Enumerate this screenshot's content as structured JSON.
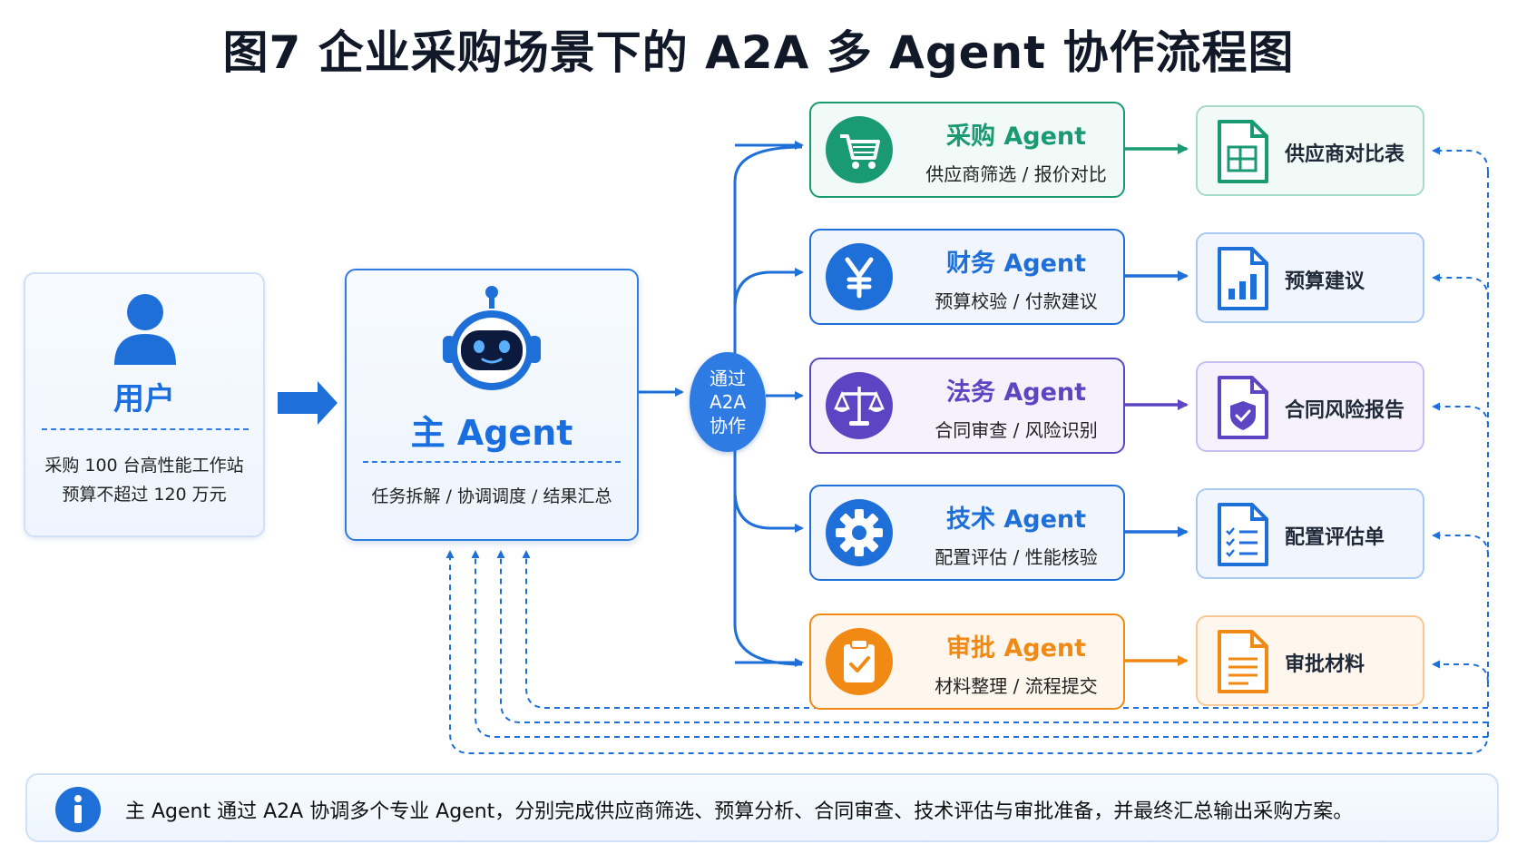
{
  "title": "图7 企业采购场景下的 A2A 多 Agent 协作流程图",
  "user": {
    "title": "用户",
    "line1": "采购 100 台高性能工作站",
    "line2": "预算不超过 120 万元"
  },
  "main_agent": {
    "title": "主 Agent",
    "subtitle": "任务拆解 / 协调调度 / 结果汇总"
  },
  "a2a": {
    "line1": "通过",
    "line2": "A2A",
    "line3": "协作"
  },
  "agents": [
    {
      "name": "采购 Agent",
      "desc": "供应商筛选 / 报价对比",
      "color": "#1a9a73",
      "bg": "#f1faf6",
      "icon": "shopping-cart-icon",
      "output": "供应商对比表"
    },
    {
      "name": "财务 Agent",
      "desc": "预算校验 / 付款建议",
      "color": "#1f6fd8",
      "bg": "#f1f6fe",
      "icon": "yen-icon",
      "output": "预算建议"
    },
    {
      "name": "法务 Agent",
      "desc": "合同审查 / 风险识别",
      "color": "#5b45c2",
      "bg": "#f5f2fd",
      "icon": "scales-icon",
      "output": "合同风险报告"
    },
    {
      "name": "技术 Agent",
      "desc": "配置评估 / 性能核验",
      "color": "#1f6fd8",
      "bg": "#f1f6fe",
      "icon": "gear-icon",
      "output": "配置评估单"
    },
    {
      "name": "审批 Agent",
      "desc": "材料整理 / 流程提交",
      "color": "#f08a14",
      "bg": "#fff7ee",
      "icon": "clipboard-check-icon",
      "output": "审批材料"
    }
  ],
  "info": {
    "icon": "info-icon",
    "text": "主 Agent 通过 A2A 协调多个专业 Agent，分别完成供应商筛选、预算分析、合同审查、技术评估与审批准备，并最终汇总输出采购方案。"
  }
}
